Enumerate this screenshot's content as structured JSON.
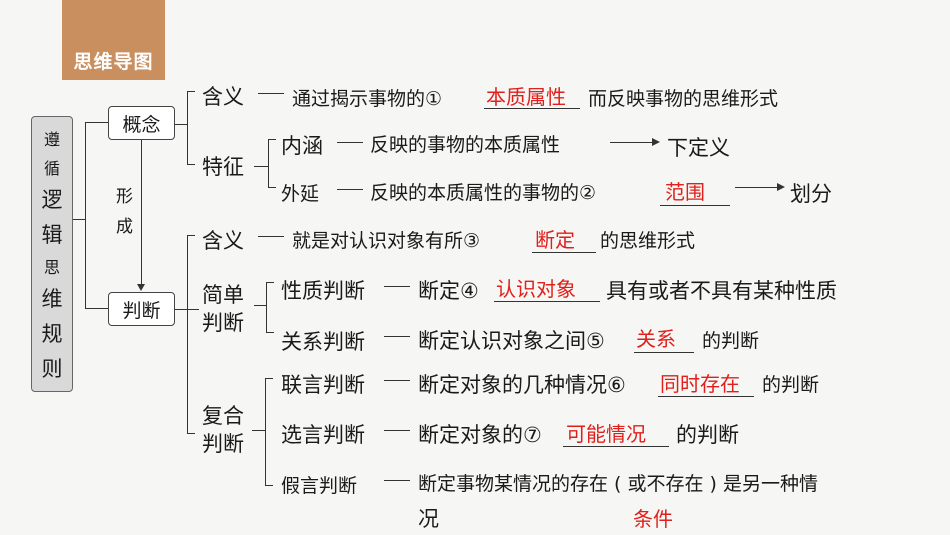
{
  "title": "思维导图",
  "root": [
    "遵",
    "循",
    "逻",
    "辑",
    "思",
    "维",
    "规",
    "则"
  ],
  "concept": {
    "label": "概念",
    "formation": [
      "形",
      "成"
    ],
    "meaning": {
      "label": "含义",
      "pre": "通过揭示事物的①",
      "answer": "本质属性",
      "post": "而反映事物的思维形式"
    },
    "feature": {
      "label": "特征",
      "intension": {
        "label": "内涵",
        "text": "反映的事物的本质属性",
        "result": "下定义"
      },
      "extension": {
        "label": "外延",
        "pre": "反映的本质属性的事物的②",
        "answer": "范围",
        "result": "划分"
      }
    }
  },
  "judgment": {
    "label": "判断",
    "meaning": {
      "label": "含义",
      "pre": "就是对认识对象有所③",
      "answer": "断定",
      "post": "的思维形式"
    },
    "simple": {
      "label1": "简单",
      "label2": "判断",
      "nature": {
        "label": "性质判断",
        "pre": "断定④",
        "answer": "认识对象",
        "post": "具有或者不具有某种性质"
      },
      "relation": {
        "label": "关系判断",
        "pre": "断定认识对象之间⑤",
        "answer": "关系",
        "post": "的判",
        "wrap": "断"
      }
    },
    "compound": {
      "label1": "复合",
      "label2": "判断",
      "conjunctive": {
        "label": "联言判断",
        "pre": "断定对象的几种情况⑥",
        "answer": "同时存在",
        "post": "的判断"
      },
      "disjunctive": {
        "label": "选言判断",
        "pre": "断定对象的⑦",
        "answer": "可能情况",
        "post": "的判断"
      },
      "hypothetical": {
        "label": "假言判断",
        "pre": "断定事物某情况的存在 ( 或不存在 ) 是另一种情",
        "wrap": "况",
        "answer": "条件"
      }
    }
  }
}
